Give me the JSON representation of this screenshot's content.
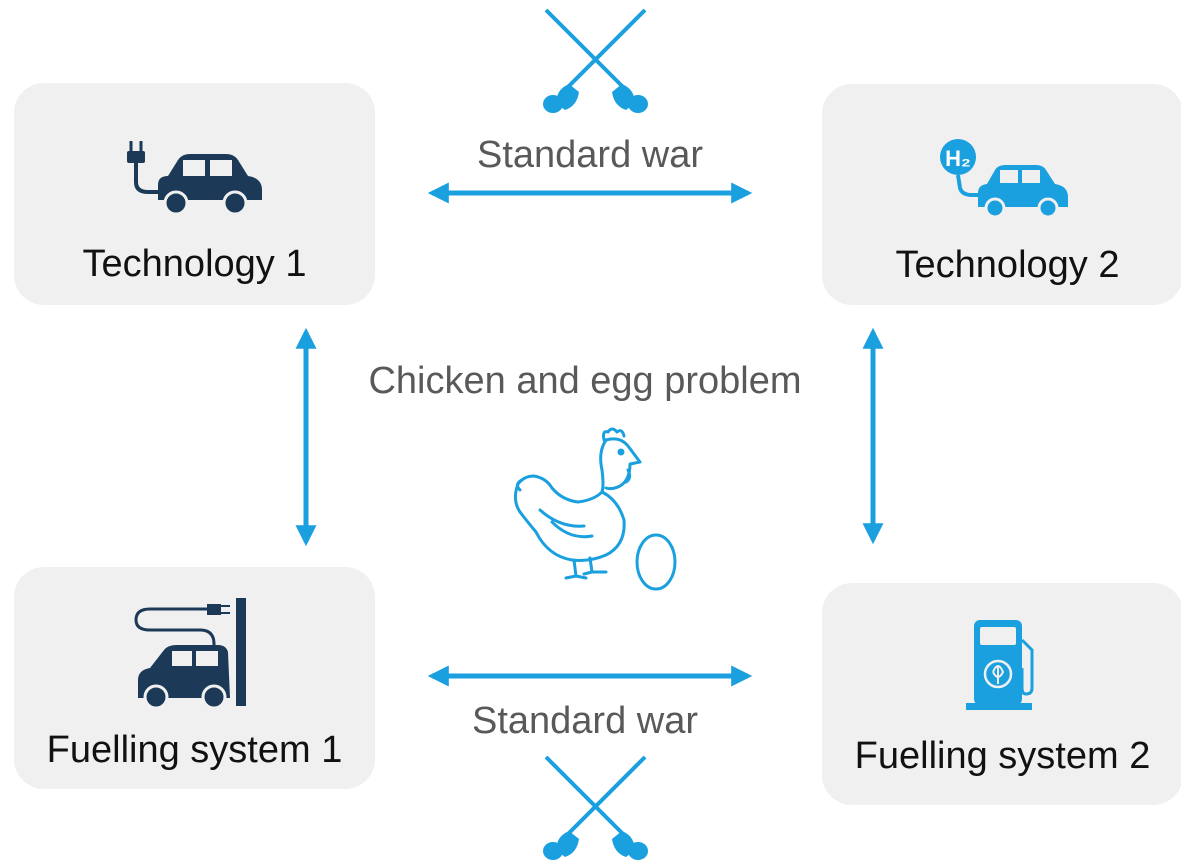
{
  "nodes": {
    "technology_1": {
      "label": "Technology 1",
      "icon": "electric-car-icon"
    },
    "technology_2": {
      "label": "Technology 2",
      "icon": "hydrogen-car-icon",
      "badge": "H₂"
    },
    "fuelling_1": {
      "label": "Fuelling system 1",
      "icon": "charging-station-icon"
    },
    "fuelling_2": {
      "label": "Fuelling system 2",
      "icon": "fuel-pump-icon"
    }
  },
  "edges": {
    "top": {
      "label": "Standard war",
      "icon": "crossed-swords-icon"
    },
    "bottom": {
      "label": "Standard war",
      "icon": "crossed-swords-icon"
    },
    "center": {
      "label": "Chicken and egg problem",
      "icon": "chicken-and-egg-icon"
    }
  },
  "colors": {
    "accent": "#1a9fdf",
    "dark_icon": "#1c3a57",
    "box": "#f0f0f0",
    "caption": "#595959"
  }
}
